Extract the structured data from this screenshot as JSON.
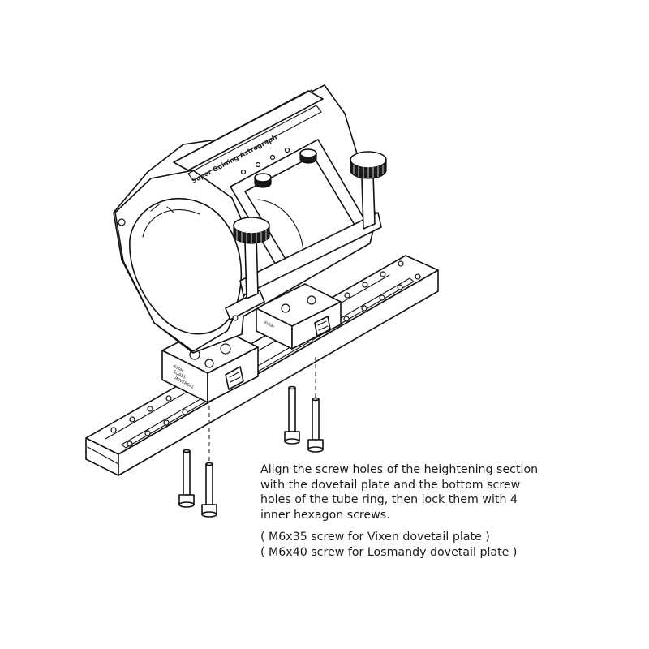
{
  "engraving": {
    "ring_label": "Super Guiding Astrograph",
    "riser_label_1": "Askar",
    "riser_label_2": "SQA55",
    "riser_label_3": "UNIVERSAL"
  },
  "instructions": {
    "lines": [
      "Align the screw holes of the heightening section",
      "with the dovetail plate and the bottom screw",
      "holes of the tube ring, then lock them with 4",
      "inner hexagon screws."
    ],
    "notes": [
      "( M6x35 screw for Vixen dovetail plate )",
      "( M6x40 screw for Losmandy dovetail plate )"
    ]
  },
  "colors": {
    "line": "#111111",
    "knob": "#1a1a1a",
    "background": "#ffffff",
    "text": "#1a1a1a"
  }
}
